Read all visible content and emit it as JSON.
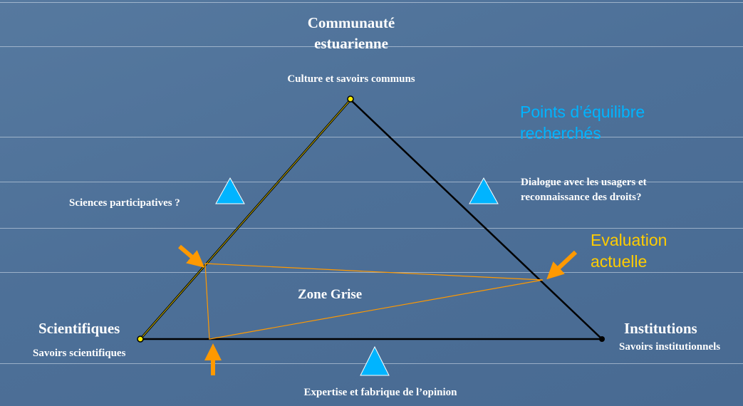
{
  "vertices": {
    "top": {
      "title_line1": "Communauté",
      "title_line2": "estuarienne",
      "subtitle": "Culture et savoirs communs"
    },
    "left": {
      "title": "Scientifiques",
      "subtitle": "Savoirs scientifiques"
    },
    "right": {
      "title": "Institutions",
      "subtitle": "Savoirs institutionnels"
    }
  },
  "edges": {
    "left": "Sciences participatives ?",
    "right_line1": "Dialogue avec les usagers et",
    "right_line2": "reconnaissance des droits?",
    "bottom": "Expertise et fabrique de l’opinion"
  },
  "legend": {
    "equilibrium_line1": "Points d’équilibre",
    "equilibrium_line2": "recherchés",
    "evaluation_line1": "Evaluation",
    "evaluation_line2": "actuelle"
  },
  "zone_label": "Zone Grise",
  "colors": {
    "equilibrium": "#00b4ff",
    "evaluation": "#ffcc00",
    "arrows": "#ff9900"
  }
}
